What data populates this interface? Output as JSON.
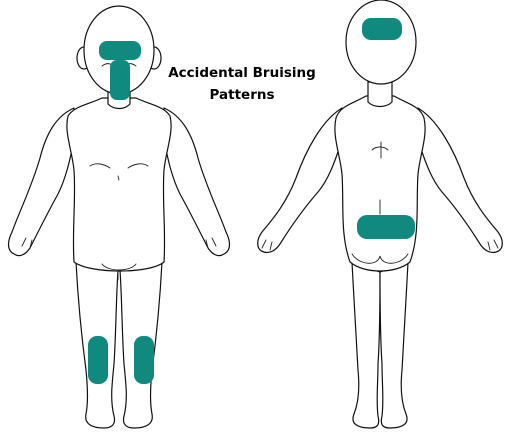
{
  "title": {
    "line1": "Accidental Bruising",
    "line2": "Patterns"
  },
  "colors": {
    "bruise": "#10897f",
    "outline": "#111111",
    "background": "#ffffff"
  },
  "figures": [
    {
      "view": "front",
      "bruise_regions": [
        "forehead",
        "nose-and-mouth",
        "left-shin",
        "right-shin"
      ]
    },
    {
      "view": "back",
      "bruise_regions": [
        "back-of-head",
        "lower-back"
      ]
    }
  ]
}
